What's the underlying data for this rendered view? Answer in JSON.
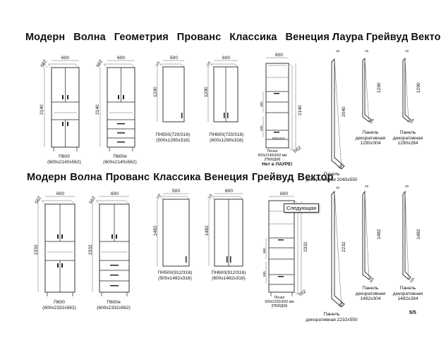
{
  "header1": [
    "Модерн",
    "Волна",
    "Геометрия",
    "Прованс",
    "Классика",
    "Венеция",
    "Лаура",
    "Грейвуд",
    "Вектор"
  ],
  "header2": [
    "Модерн",
    "Волна",
    "Прованс",
    "Классика",
    "Венеция",
    "Грейвуд",
    "Вектор"
  ],
  "row1": {
    "p600": {
      "width": "600",
      "depth": "562",
      "height": "2140",
      "caption": [
        "П600",
        "(600x2140x562)"
      ]
    },
    "p600ya": {
      "width": "600",
      "depth": "562",
      "height": "2140",
      "caption": [
        "П600я",
        "(600x2140x562)"
      ]
    },
    "pn500": {
      "width": "500",
      "depth": "316",
      "height": "1290",
      "caption": [
        "ПН500(720/316)",
        "(500x1290x316)"
      ]
    },
    "pn600": {
      "width": "600",
      "depth": "316",
      "height": "1290",
      "caption": [
        "ПН600(720/316)",
        "(600x1290x316)"
      ]
    },
    "penal": {
      "width": "600",
      "depth": "562",
      "height": "2140",
      "inner1": "380",
      "inner2": "595",
      "inner3": "600x316",
      "caption": [
        "Пенал",
        "600x2140x562 мм",
        "(П600ДМ)"
      ],
      "note": "Нет в ЛАУРЕ!"
    },
    "panel2040": {
      "depth": "16",
      "height": "2040",
      "width": "550",
      "caption": [
        "Панель",
        "декоративная 2040x550"
      ]
    },
    "panel304": {
      "depth": "16",
      "height": "1290",
      "width": "304",
      "caption": [
        "Панель",
        "декоративная",
        "1290x304"
      ]
    },
    "panel284": {
      "depth": "16",
      "height": "1290",
      "width": "284",
      "caption": [
        "Панель",
        "декоративная",
        "1290x284"
      ]
    }
  },
  "row2": {
    "p600": {
      "width": "600",
      "depth": "562",
      "height": "2332",
      "caption": [
        "П600",
        "(600x2332x562)"
      ]
    },
    "p600ya": {
      "width": "600",
      "depth": "562",
      "height": "2332",
      "caption": [
        "П600я",
        "(600x2332x562)"
      ]
    },
    "pn500": {
      "width": "500",
      "depth": "316",
      "height": "1482",
      "caption": [
        "ПН500(912/316)",
        "(500x1482x316)"
      ]
    },
    "pn600": {
      "width": "600",
      "depth": "316",
      "height": "1482",
      "caption": [
        "ПН600(912/316)",
        "(600x1482x316)"
      ]
    },
    "penal": {
      "width": "600",
      "depth": "562",
      "height": "2332",
      "inner1": "380",
      "inner2": "595",
      "caption": [
        "Пенал",
        "600x2332x562 мм",
        "(П600ДМ)"
      ]
    },
    "panel2232": {
      "depth": "16",
      "height": "2232",
      "width": "550",
      "caption": [
        "Панель",
        "декоративная 2232x550"
      ]
    },
    "panel304": {
      "depth": "16",
      "height": "1482",
      "width": "304",
      "caption": [
        "Панель",
        "декоративная",
        "1482x304"
      ]
    },
    "panel284": {
      "depth": "16",
      "height": "1482",
      "width": "284",
      "caption": [
        "Панель",
        "декоративная",
        "1482x284"
      ]
    }
  },
  "tooltip": "Следующая",
  "page_number": "5/5"
}
